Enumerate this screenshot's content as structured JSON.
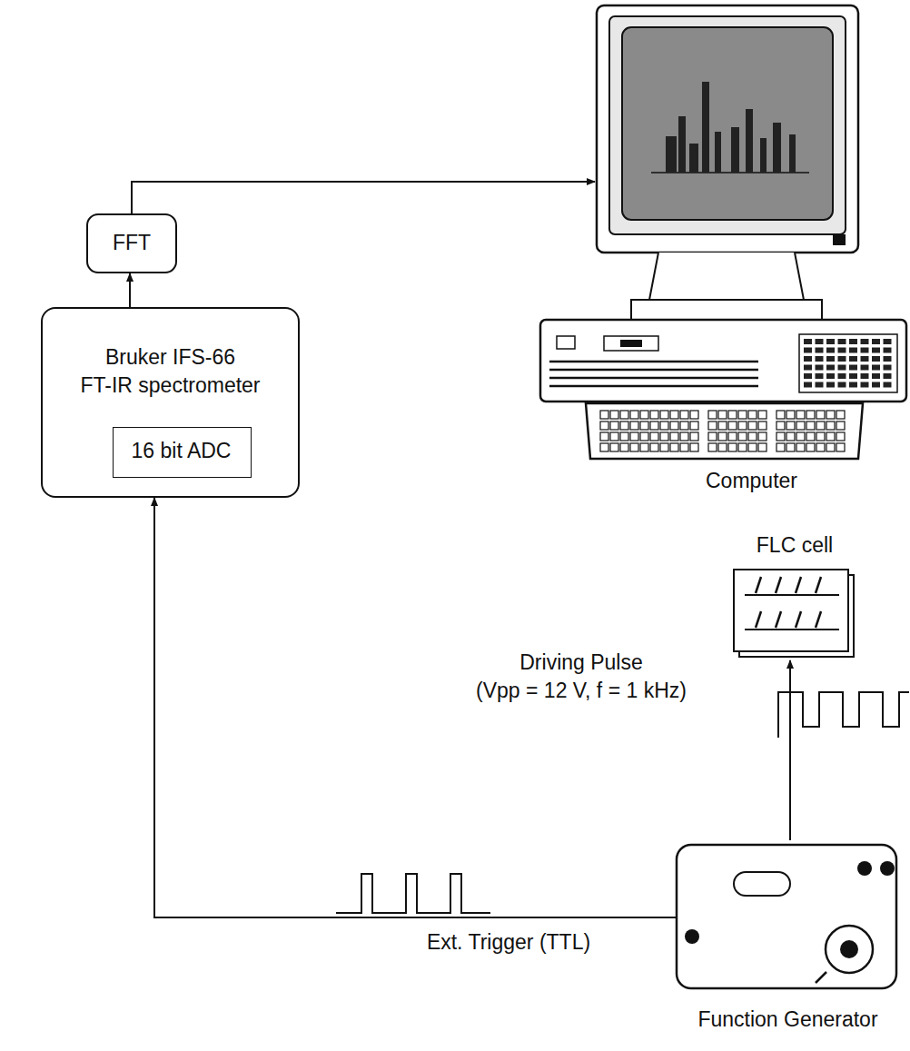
{
  "diagram": {
    "nodes": [
      {
        "text": [
          "Bruker IFS-66 FT-IR spectrometer"
        ]
      },
      {
        "text": [
          "16 bit ADC"
        ],
        "in": 0
      },
      {
        "text": [
          "FFT"
        ]
      },
      {
        "text": [
          "Computer"
        ]
      },
      {
        "text": [
          "FLC cell"
        ]
      },
      {
        "text": [
          "Function Generator"
        ]
      }
    ],
    "edges": [
      {
        "from": 0,
        "to": 2,
        "arrow": "to"
      },
      {
        "from": 2,
        "to": 3,
        "arrow": "to"
      },
      {
        "from": 5,
        "to": 4,
        "label": "Driving Pulse (Vpp = 12 V, f = 1 kHz)",
        "arrow": "to"
      },
      {
        "from": 5,
        "to": 0,
        "label": "Ext. Trigger (TTL)",
        "arrow": "to"
      }
    ]
  }
}
